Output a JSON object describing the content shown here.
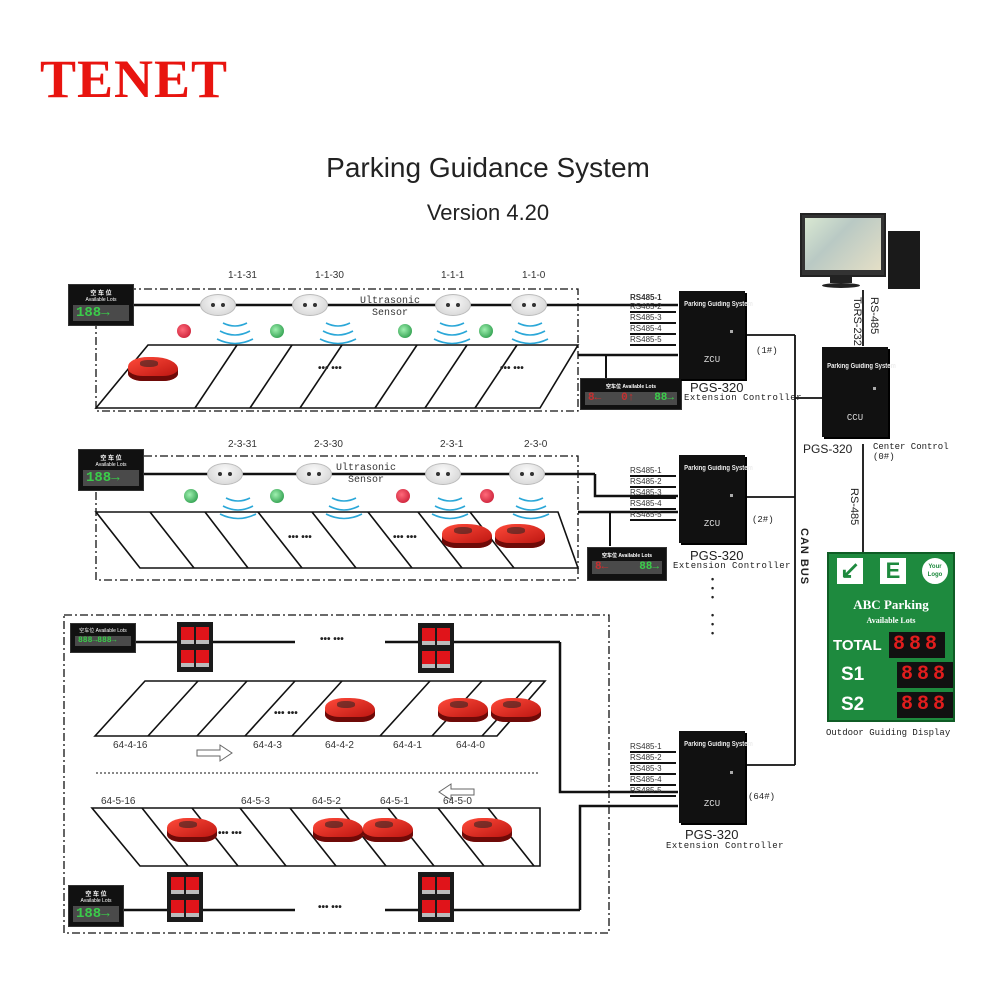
{
  "brand": "TENET",
  "header": {
    "title": "Parking Guidance System",
    "version": "Version 4.20"
  },
  "zones": [
    {
      "id": "zone-1",
      "sensor_type": "Ultrasonic Sensor",
      "sensor_type_l1": "Ultrasonic",
      "sensor_type_l2": "Sensor",
      "bay_labels": [
        "1-1-31",
        "1-1-30",
        "1-1-1",
        "1-1-0"
      ],
      "indicator_states": [
        "red",
        "green",
        "green",
        "green"
      ],
      "entry_sign": {
        "cn": "空 车 位",
        "en": "Available Lots",
        "digits": "188→"
      },
      "lane_sign": {
        "title": "空车位 Available Lots",
        "left": "8←",
        "mid": "0↑",
        "right": "88→"
      },
      "ellipsis": "••• •••"
    },
    {
      "id": "zone-2",
      "sensor_type_l1": "Ultrasonic",
      "sensor_type_l2": "Sensor",
      "bay_labels": [
        "2-3-31",
        "2-3-30",
        "2-3-1",
        "2-3-0"
      ],
      "indicator_states": [
        "green",
        "green",
        "red",
        "red"
      ],
      "entry_sign": {
        "cn": "空 车 位",
        "en": "Available Lots",
        "digits": "188→"
      },
      "lane_sign": {
        "title": "空车位 Available Lots",
        "left": "8←",
        "right": "88→"
      },
      "ellipsis": "••• •••"
    },
    {
      "id": "zone-64",
      "row4_labels": [
        "64-4-16",
        "64-4-3",
        "64-4-2",
        "64-4-1",
        "64-4-0"
      ],
      "row5_labels": [
        "64-5-16",
        "64-5-3",
        "64-5-2",
        "64-5-1",
        "64-5-0"
      ],
      "top_sign": {
        "cn": "空车位",
        "en": "Available Lots",
        "digits": "888→888→"
      },
      "bottom_sign": {
        "cn": "空 车 位",
        "en": "Available Lots",
        "digits": "188→"
      },
      "ellipsis": "••• •••"
    }
  ],
  "controllers": [
    {
      "model": "PGS-320",
      "role": "Extension Controller",
      "unit": "ZCU",
      "brand": "Parking Guiding System",
      "index": "(1#)"
    },
    {
      "model": "PGS-320",
      "role": "Extension Controller",
      "unit": "ZCU",
      "brand": "Parking Guiding System",
      "index": "(2#)"
    },
    {
      "model": "PGS-320",
      "role": "Extension Controller",
      "unit": "ZCU",
      "brand": "Parking Guiding System",
      "index": "(64#)"
    }
  ],
  "rs485_ports": [
    "RS485-1",
    "RS485-2",
    "RS485-3",
    "RS485-4",
    "RS485-5"
  ],
  "center": {
    "model": "PGS-320",
    "role": "Center Control",
    "index": "(0#)",
    "unit": "CCU",
    "brand": "Parking Guiding System"
  },
  "links": {
    "pc": "RS-485",
    "pc2": "ToRS-232",
    "display": "RS-485",
    "bus": "CAN BUS"
  },
  "outdoor_display": {
    "entry_letter": "E",
    "logo": "Your Logo",
    "name": "ABC Parking",
    "subtitle": "Available Lots",
    "rows": [
      {
        "label": "TOTAL",
        "value": "888"
      },
      {
        "label": "S1",
        "value": "888"
      },
      {
        "label": "S2",
        "value": "888"
      }
    ],
    "caption": "Outdoor Guiding Display"
  },
  "colors": {
    "brand": "#e8140f",
    "display_green": "#1e8a3e",
    "led_red": "#e01d1d",
    "led_green": "#3bcc4a"
  }
}
